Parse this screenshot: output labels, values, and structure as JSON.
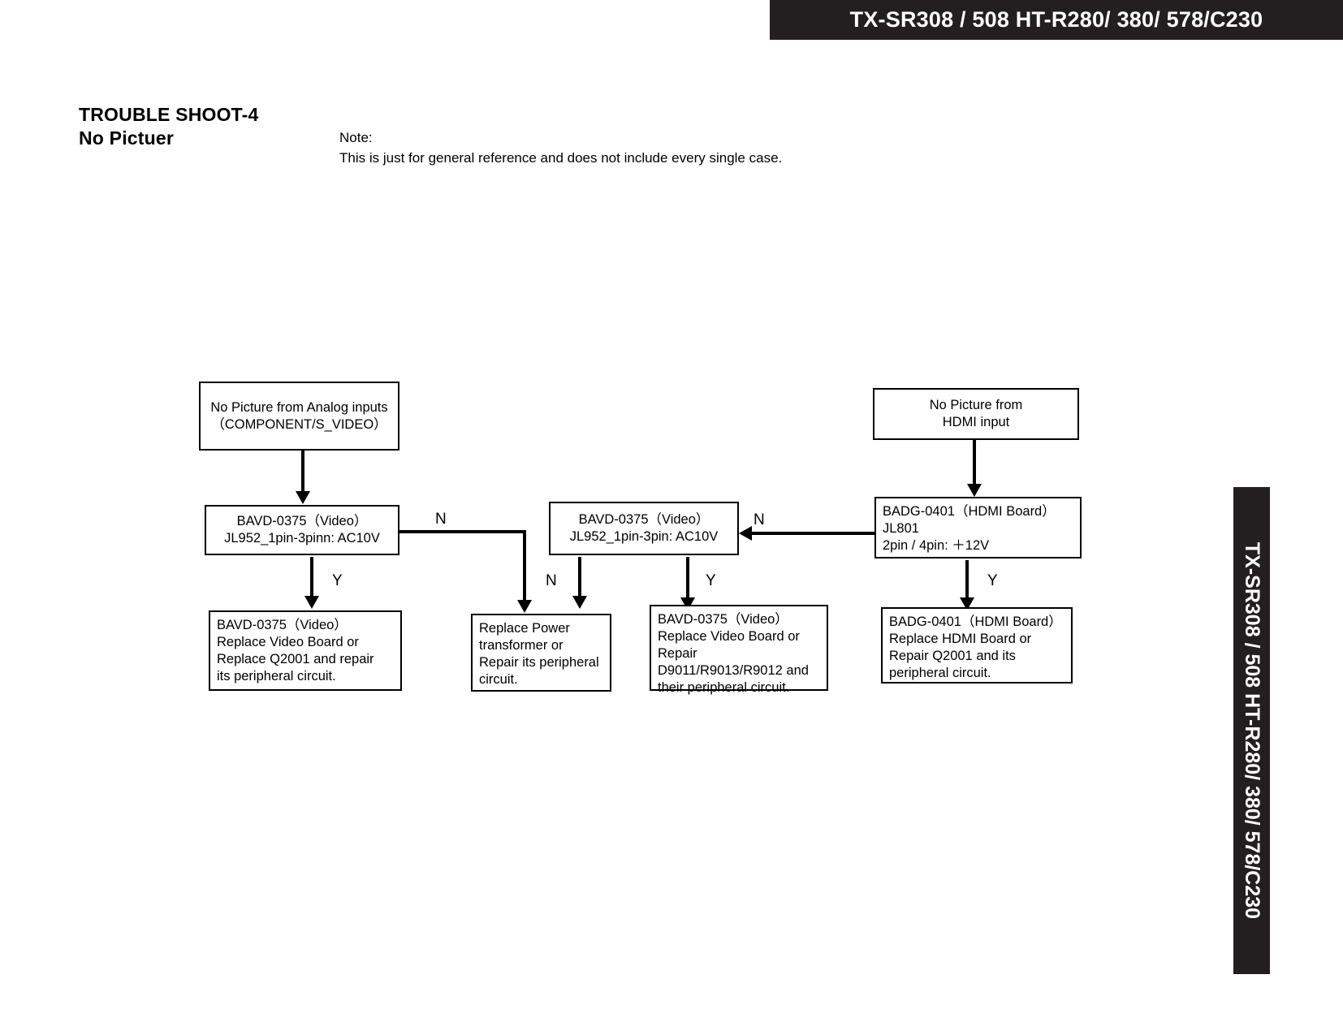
{
  "header": {
    "model_banner": "TX-SR308 / 508  HT-R280/ 380/ 578/C230",
    "side_tab": "TX-SR308 / 508  HT-R280/ 380/ 578/C230"
  },
  "page": {
    "title": "TROUBLE SHOOT-4",
    "subtitle": "No Pictuer",
    "note_label": "Note:",
    "note_text": "This is just for general reference and does not include every single case."
  },
  "flowchart": {
    "nodes": {
      "analog_start": {
        "lines": [
          "No Picture from Analog inputs",
          "（COMPONENT/S_VIDEO）"
        ]
      },
      "analog_check": {
        "lines": [
          "BAVD-0375（Video）",
          "JL952_1pin-3pinn: AC10V"
        ]
      },
      "video_check": {
        "lines": [
          "BAVD-0375（Video）",
          "JL952_1pin-3pin: AC10V"
        ]
      },
      "hdmi_start": {
        "lines": [
          "No Picture from",
          "HDMI input"
        ]
      },
      "hdmi_check": {
        "lines": [
          "BADG-0401（HDMI Board）",
          "JL801",
          " 2pin / 4pin: ＋12V"
        ]
      },
      "analog_fix": {
        "lines": [
          "BAVD-0375（Video）",
          "Replace Video Board or",
          "Replace Q2001 and repair",
          "its peripheral circuit."
        ]
      },
      "power_fix": {
        "lines": [
          "Replace Power",
          "transformer or",
          "Repair its peripheral",
          "circuit."
        ]
      },
      "video_fix": {
        "lines": [
          "BAVD-0375（Video）",
          "Replace Video Board or",
          "Repair",
          "D9011/R9013/R9012 and",
          "their peripheral circuit."
        ]
      },
      "hdmi_fix": {
        "lines": [
          "BADG-0401（HDMI Board）",
          "Replace HDMI Board or",
          "Repair Q2001 and its",
          "peripheral circuit."
        ]
      }
    },
    "edge_labels": {
      "analog_no": "N",
      "analog_yes": "Y",
      "power_no": "N",
      "video_yes": "Y",
      "hdmi_no": "N",
      "hdmi_yes": "Y"
    }
  },
  "colors": {
    "banner_background": "#231f20",
    "banner_text": "#ffffff",
    "page_background": "#ffffff",
    "ink": "#000000"
  }
}
